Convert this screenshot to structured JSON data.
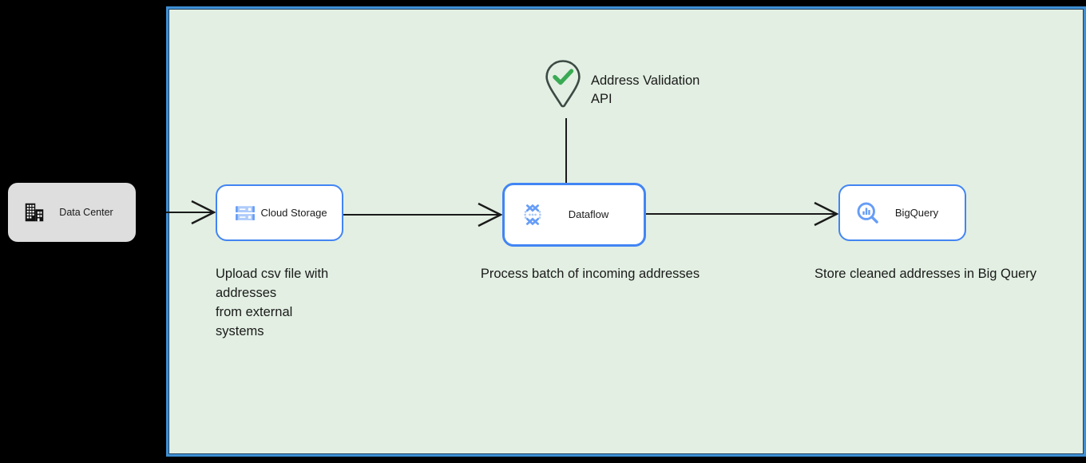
{
  "canvas": {
    "background_color": "#e2efe2",
    "border_color": "#3f8fd4",
    "selected": true
  },
  "nodes": [
    {
      "id": "data-center",
      "label": "Data Center",
      "icon": "data-center-building-icon",
      "style": "on-premises",
      "fill": "#dedede",
      "selected": false
    },
    {
      "id": "cloud-storage",
      "label": "Cloud Storage",
      "icon": "cloud-storage-icon",
      "style": "gcp-service",
      "fill": "#ffffff",
      "border": "#4285f4",
      "selected": false
    },
    {
      "id": "dataflow",
      "label": "Dataflow",
      "icon": "dataflow-icon",
      "style": "gcp-service",
      "fill": "#ffffff",
      "border": "#4285f4",
      "selected": true
    },
    {
      "id": "bigquery",
      "label": "BigQuery",
      "icon": "bigquery-icon",
      "style": "gcp-service",
      "fill": "#ffffff",
      "border": "#4285f4",
      "selected": false
    }
  ],
  "external_api": {
    "label": "Address Validation\nAPI",
    "icon": "map-pin-check-icon",
    "pin_color": "#3c4a45",
    "check_color": "#3aaa54"
  },
  "captions": {
    "storage": "Upload csv file with\naddresses\nfrom external\nsystems",
    "dataflow": "Process batch of incoming addresses",
    "bigquery": "Store cleaned addresses in Big Query"
  },
  "connectors": [
    {
      "id": "datacenter-to-storage",
      "from": "data-center",
      "to": "cloud-storage",
      "arrow": "open"
    },
    {
      "id": "storage-to-dataflow",
      "from": "cloud-storage",
      "to": "dataflow",
      "arrow": "open"
    },
    {
      "id": "dataflow-to-bigquery",
      "from": "dataflow",
      "to": "bigquery",
      "arrow": "open"
    },
    {
      "id": "api-to-dataflow",
      "from": "external-api",
      "to": "dataflow",
      "arrow": "none"
    }
  ],
  "colors": {
    "gcp_blue": "#4285f4",
    "selection_blue": "#3f8fd4",
    "canvas_green": "#e2efe2",
    "line_black": "#1a1a1a",
    "onprem_gray": "#dedede"
  }
}
